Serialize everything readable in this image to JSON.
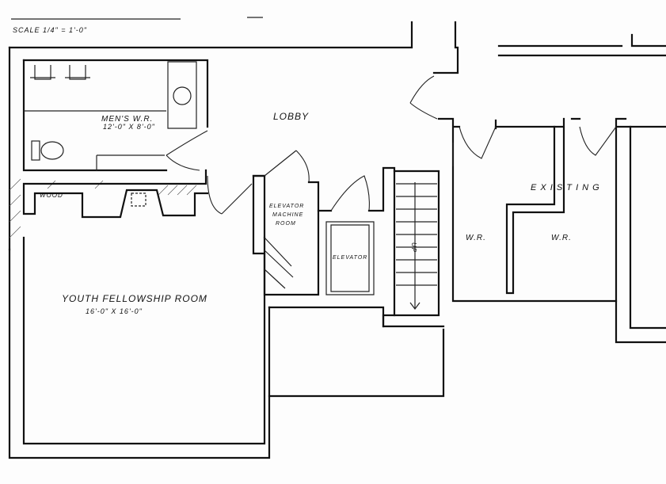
{
  "scale_note": "SCALE 1/4\" = 1'-0\"",
  "rooms": {
    "lobby": "LOBBY",
    "mens_wr": "MEN'S W.R.",
    "mens_wr_dims": "12'-0\" X 8'-0\"",
    "wood": "WOOD",
    "elevator_machine": [
      "ELEVATOR",
      "MACHINE",
      "ROOM"
    ],
    "elevator": "ELEVATOR",
    "stair": "UP",
    "wr_left": "W.R.",
    "wr_right": "W.R.",
    "existing": "E X I S T I N G",
    "youth_room": "YOUTH FELLOWSHIP ROOM",
    "youth_room_dims": "16'-0\" X 16'-0\""
  }
}
